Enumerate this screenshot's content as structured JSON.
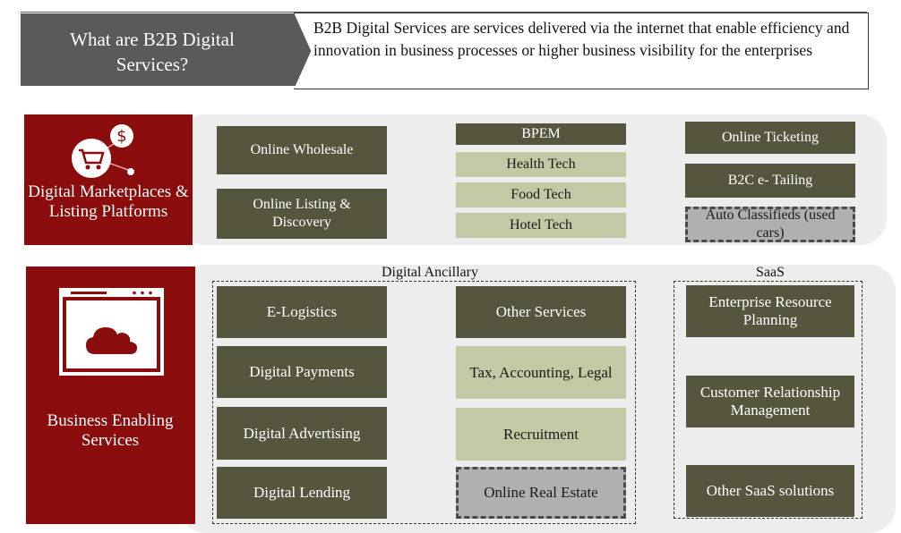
{
  "header": {
    "question": "What are B2B Digital Services?",
    "definition": "B2B Digital Services are services delivered via the internet that enable efficiency and innovation in business processes or higher business visibility for the enterprises"
  },
  "marketplaces": {
    "label": "Digital Marketplaces & Listing Platforms",
    "col1": [
      "Online Wholesale",
      "Online Listing & Discovery"
    ],
    "col2_header": "BPEM",
    "col2": [
      "Health Tech",
      "Food Tech",
      "Hotel Tech"
    ],
    "col3": [
      "Online Ticketing",
      "B2C e- Tailing",
      "Auto Classifieds (used cars)"
    ]
  },
  "business": {
    "label": "Business Enabling Services",
    "ancillary_title": "Digital Ancillary",
    "saas_title": "SaaS",
    "col1": [
      "E-Logistics",
      "Digital Payments",
      "Digital Advertising",
      "Digital Lending"
    ],
    "col2": [
      "Other Services",
      "Tax, Accounting, Legal",
      "Recruitment",
      "Online Real Estate"
    ],
    "saas": [
      "Enterprise Resource Planning",
      "Customer Relationship Management",
      "Other SaaS solutions"
    ]
  },
  "colors": {
    "red_panel": "#8a0c0c",
    "dark_box": "#56563f",
    "light_box": "#c4c8a4",
    "grey_box": "#b0b0b0",
    "band": "#ededed"
  },
  "icons": [
    "cart-dollar-icon",
    "browser-cloud-icon"
  ]
}
